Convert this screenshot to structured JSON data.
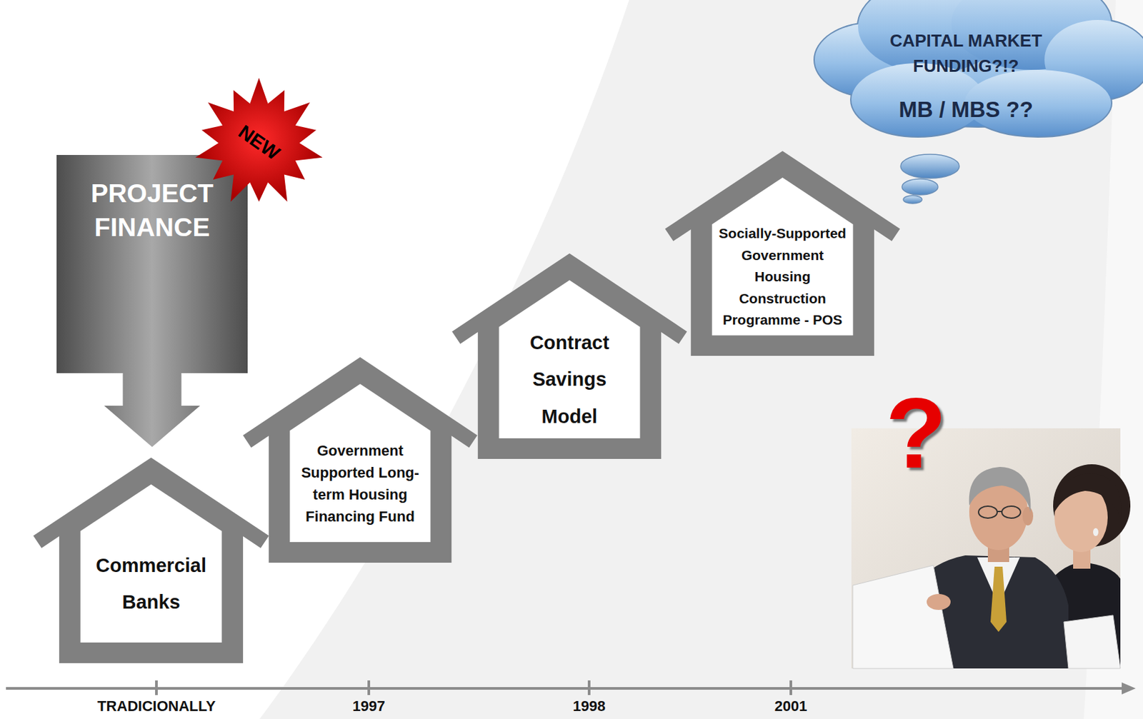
{
  "diagram": {
    "nodes": [
      {
        "text": [
          "PROJECT FINANCE"
        ]
      },
      {
        "text": [
          "NEW"
        ]
      },
      {
        "text": [
          "Commercial Banks"
        ]
      },
      {
        "text": [
          "Government Supported Long-term Housing Financing Fund"
        ]
      },
      {
        "text": [
          "Contract Savings Model"
        ]
      },
      {
        "text": [
          "Socially-Supported Government Housing Construction Programme - POS"
        ]
      },
      {
        "text": [
          "CAPITAL MARKET FUNDING?!?",
          "MB / MBS ??"
        ]
      }
    ],
    "edges": [
      {
        "from": 0,
        "to": 2,
        "arrow": "to"
      }
    ],
    "labels": [
      "?",
      "TRADICIONALLY",
      "1997",
      "1998",
      "2001"
    ]
  }
}
